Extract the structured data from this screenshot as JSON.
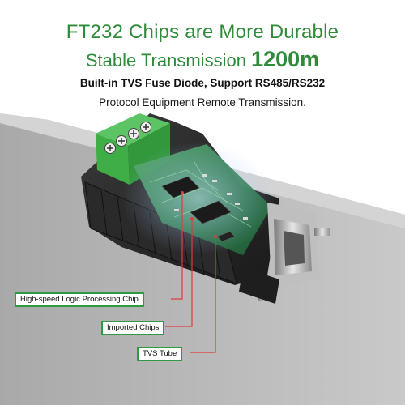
{
  "headline": {
    "line1": "FT232 Chips are More Durable",
    "line2": "Stable Transmission",
    "line2_emphasis": "1200m"
  },
  "subtitle": {
    "line1": "Built-in TVS Fuse Diode, Support RS485/RS232",
    "line2": "Protocol Equipment Remote Transmission."
  },
  "callouts": {
    "chip": "High-speed Logic Processing Chip",
    "imported": "Imported Chips",
    "tvs": "TVS Tube"
  },
  "colors": {
    "headline_green": "#2e8b3a",
    "callout_border": "#2f9a45",
    "leader_line": "#e23b3b",
    "terminal_green": "#3fae47",
    "pcb": "#2f7d4a"
  },
  "icons": {
    "product": "rs485-rs232-converter-adapter",
    "screws": "terminal-screw-icon"
  }
}
